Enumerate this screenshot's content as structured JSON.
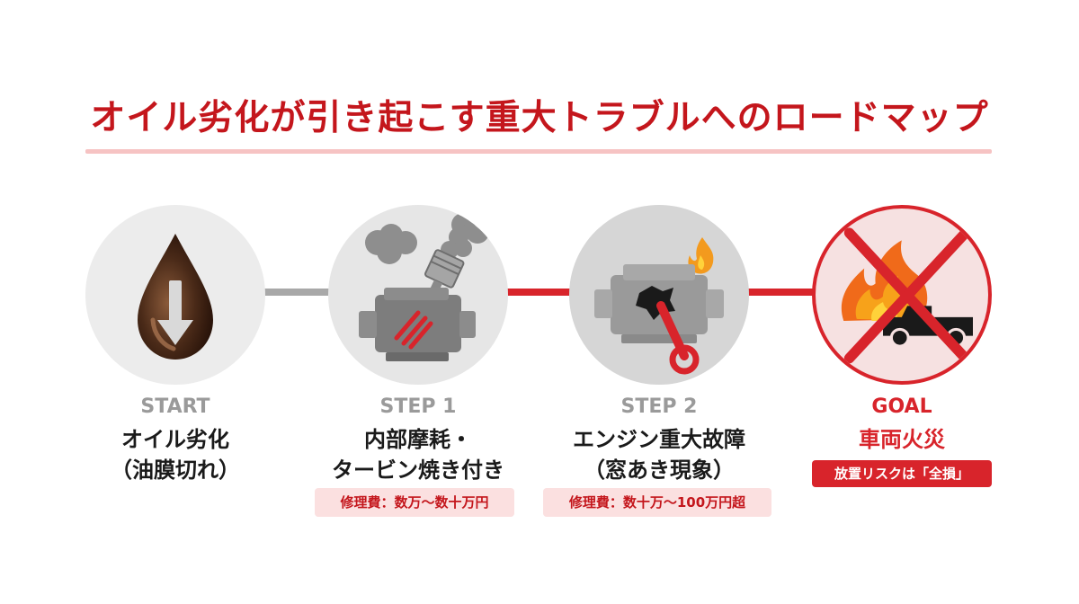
{
  "title": "オイル劣化が引き起こす重大トラブルへのロードマップ",
  "colors": {
    "accent": "#d8242b",
    "title": "#c4161c",
    "muted": "#9a9a9a"
  },
  "stages": [
    {
      "label": "START",
      "title_line1": "オイル劣化",
      "title_line2": "（油膜切れ）",
      "icon": "oil-drop-down-arrow-icon"
    },
    {
      "label": "STEP 1",
      "title_line1": "内部摩耗・",
      "title_line2": "タービン焼き付き",
      "badge": "修理費：数万〜数十万円",
      "icon": "smoking-engine-piston-icon"
    },
    {
      "label": "STEP 2",
      "title_line1": "エンジン重大故障",
      "title_line2": "（窓あき現象）",
      "badge": "修理費：数十万〜100万円超",
      "icon": "broken-engine-fire-icon"
    },
    {
      "label": "GOAL",
      "title_line1": "車両火災",
      "title_line2": "",
      "badge": "放置リスクは「全損」",
      "icon": "car-fire-crossed-icon"
    }
  ]
}
